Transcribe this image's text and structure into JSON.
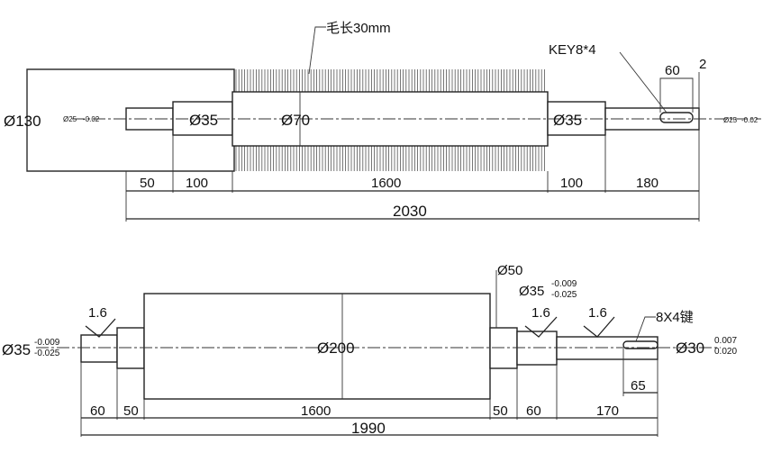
{
  "top_drawing": {
    "bristle_note": "毛长30mm",
    "key_label": "KEY8*4",
    "key_len": "60",
    "key_end": "2",
    "dia_roll": "Ø130",
    "dia_left_tol": "Ø25",
    "dia_left_tol_small": "-0.02",
    "dia_bearing_left": "Ø35",
    "dia_core": "Ø70",
    "dia_bearing_right": "Ø35",
    "dia_right_tol": "Ø25",
    "dia_right_tol_small": "-0.02",
    "dim_50": "50",
    "dim_100_left": "100",
    "dim_1600": "1600",
    "dim_100_right": "100",
    "dim_180": "180",
    "dim_total": "2030"
  },
  "bottom_drawing": {
    "rough_1": "1.6",
    "rough_2": "1.6",
    "rough_3": "1.6",
    "dia_left": "Ø35",
    "dia_left_tol_up": "-0.009",
    "dia_left_tol_low": "-0.025",
    "dia_body": "Ø200",
    "dia_collar": "Ø50",
    "dia_bearing": "Ø35",
    "dia_bearing_tol_up": "-0.009",
    "dia_bearing_tol_low": "-0.025",
    "key_label": "8X4键",
    "dia_right": "Ø30",
    "dia_right_tol_up": "0.007",
    "dia_right_tol_low": "0.020",
    "key_len": "65",
    "dim_60_left": "60",
    "dim_50_left": "50",
    "dim_1600": "1600",
    "dim_50_right": "50",
    "dim_60_right": "60",
    "dim_170": "170",
    "dim_total": "1990"
  }
}
